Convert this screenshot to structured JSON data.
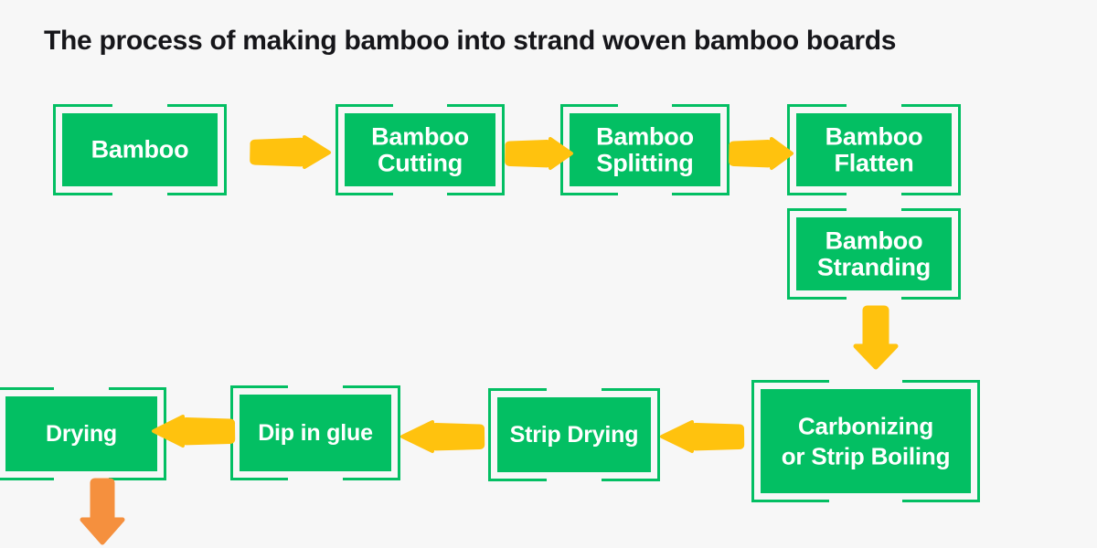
{
  "page": {
    "title": "The process of making bamboo into strand woven bamboo boards",
    "background_color": "#F7F7F7",
    "node_color": "#03BF63",
    "node_text_color": "#FFFFFF",
    "arrow_color": "#FFC20E",
    "final_arrow_color": "#F5903E",
    "title_color": "#16161A"
  },
  "flow": {
    "nodes": [
      {
        "id": "bamboo",
        "label": "Bamboo",
        "row": "top",
        "order": 1,
        "font_size": 27
      },
      {
        "id": "cutting",
        "label": "Bamboo\nCutting",
        "row": "top",
        "order": 2,
        "font_size": 27
      },
      {
        "id": "splitting",
        "label": "Bamboo\nSplitting",
        "row": "top",
        "order": 3,
        "font_size": 27
      },
      {
        "id": "flatten",
        "label": "Bamboo\nFlatten",
        "row": "top",
        "order": 4,
        "font_size": 27
      },
      {
        "id": "stranding",
        "label": "Bamboo\nStranding",
        "row": "right",
        "order": 5,
        "font_size": 27
      },
      {
        "id": "carbonizing",
        "label": "Carbonizing\nor Strip Boiling",
        "row": "bottom",
        "order": 6,
        "font_size": 26
      },
      {
        "id": "strip-drying",
        "label": "Strip Drying",
        "row": "bottom",
        "order": 7,
        "font_size": 25
      },
      {
        "id": "dip-in-glue",
        "label": "Dip in glue",
        "row": "bottom",
        "order": 8,
        "font_size": 25
      },
      {
        "id": "drying",
        "label": "Drying",
        "row": "bottom",
        "order": 9,
        "font_size": 25
      }
    ],
    "connectors": [
      {
        "id": "a1",
        "from": "bamboo",
        "to": "cutting",
        "direction": "right",
        "color": "#FFC20E"
      },
      {
        "id": "a2",
        "from": "cutting",
        "to": "splitting",
        "direction": "right",
        "color": "#FFC20E"
      },
      {
        "id": "a3",
        "from": "splitting",
        "to": "flatten",
        "direction": "right",
        "color": "#FFC20E"
      },
      {
        "id": "a4",
        "from": "stranding",
        "to": "carbonizing",
        "direction": "down",
        "color": "#FFC20E"
      },
      {
        "id": "a5",
        "from": "carbonizing",
        "to": "strip-drying",
        "direction": "left",
        "color": "#FFC20E"
      },
      {
        "id": "a6",
        "from": "strip-drying",
        "to": "dip-in-glue",
        "direction": "left",
        "color": "#FFC20E"
      },
      {
        "id": "a7",
        "from": "dip-in-glue",
        "to": "drying",
        "direction": "left",
        "color": "#FFC20E"
      },
      {
        "id": "a8",
        "from": "drying",
        "to": "",
        "direction": "down",
        "color": "#F5903E"
      }
    ]
  }
}
